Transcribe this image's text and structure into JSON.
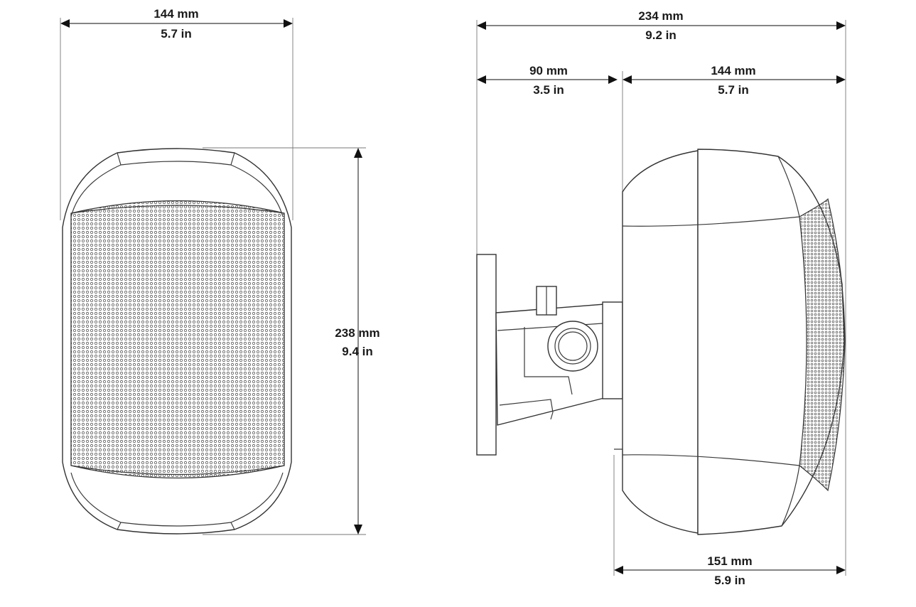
{
  "front_view": {
    "width": {
      "mm": "144 mm",
      "in": "5.7 in"
    },
    "height": {
      "mm": "238 mm",
      "in": "9.4 in"
    }
  },
  "side_view": {
    "total_depth": {
      "mm": "234 mm",
      "in": "9.2 in"
    },
    "bracket_depth": {
      "mm": "90 mm",
      "in": "3.5 in"
    },
    "cabinet_depth": {
      "mm": "144 mm",
      "in": "5.7 in"
    },
    "bottom_depth": {
      "mm": "151 mm",
      "in": "5.9 in"
    }
  },
  "colors": {
    "line": "#3a3a3a",
    "arrow": "#111111",
    "grille_dot": "#555555"
  }
}
